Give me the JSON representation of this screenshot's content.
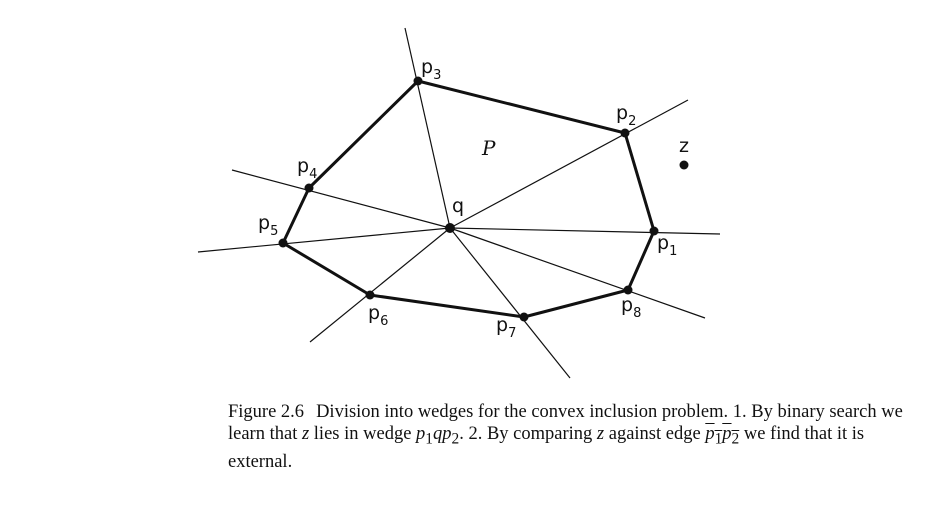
{
  "figure": {
    "polygon_label": "P",
    "center_label": "q",
    "external_point_label": "z",
    "vertices": [
      {
        "base": "p",
        "sub": "1"
      },
      {
        "base": "p",
        "sub": "2"
      },
      {
        "base": "p",
        "sub": "3"
      },
      {
        "base": "p",
        "sub": "4"
      },
      {
        "base": "p",
        "sub": "5"
      },
      {
        "base": "p",
        "sub": "6"
      },
      {
        "base": "p",
        "sub": "7"
      },
      {
        "base": "p",
        "sub": "8"
      }
    ]
  },
  "caption": {
    "number": "Figure 2.6",
    "text_1": "Division into wedges for the convex inclusion problem. 1. By binary search we learn that ",
    "z1": "z",
    "text_2": " lies in wedge ",
    "p1": "p",
    "s1": "1",
    "q": "q",
    "p2": "p",
    "s2": "2",
    "text_3": ". 2. By comparing ",
    "z2": "z",
    "text_4": " against edge ",
    "e_p1": "p",
    "e_s1": "1",
    "e_p2": "p",
    "e_s2": "2",
    "text_5": " we find that it is external."
  }
}
